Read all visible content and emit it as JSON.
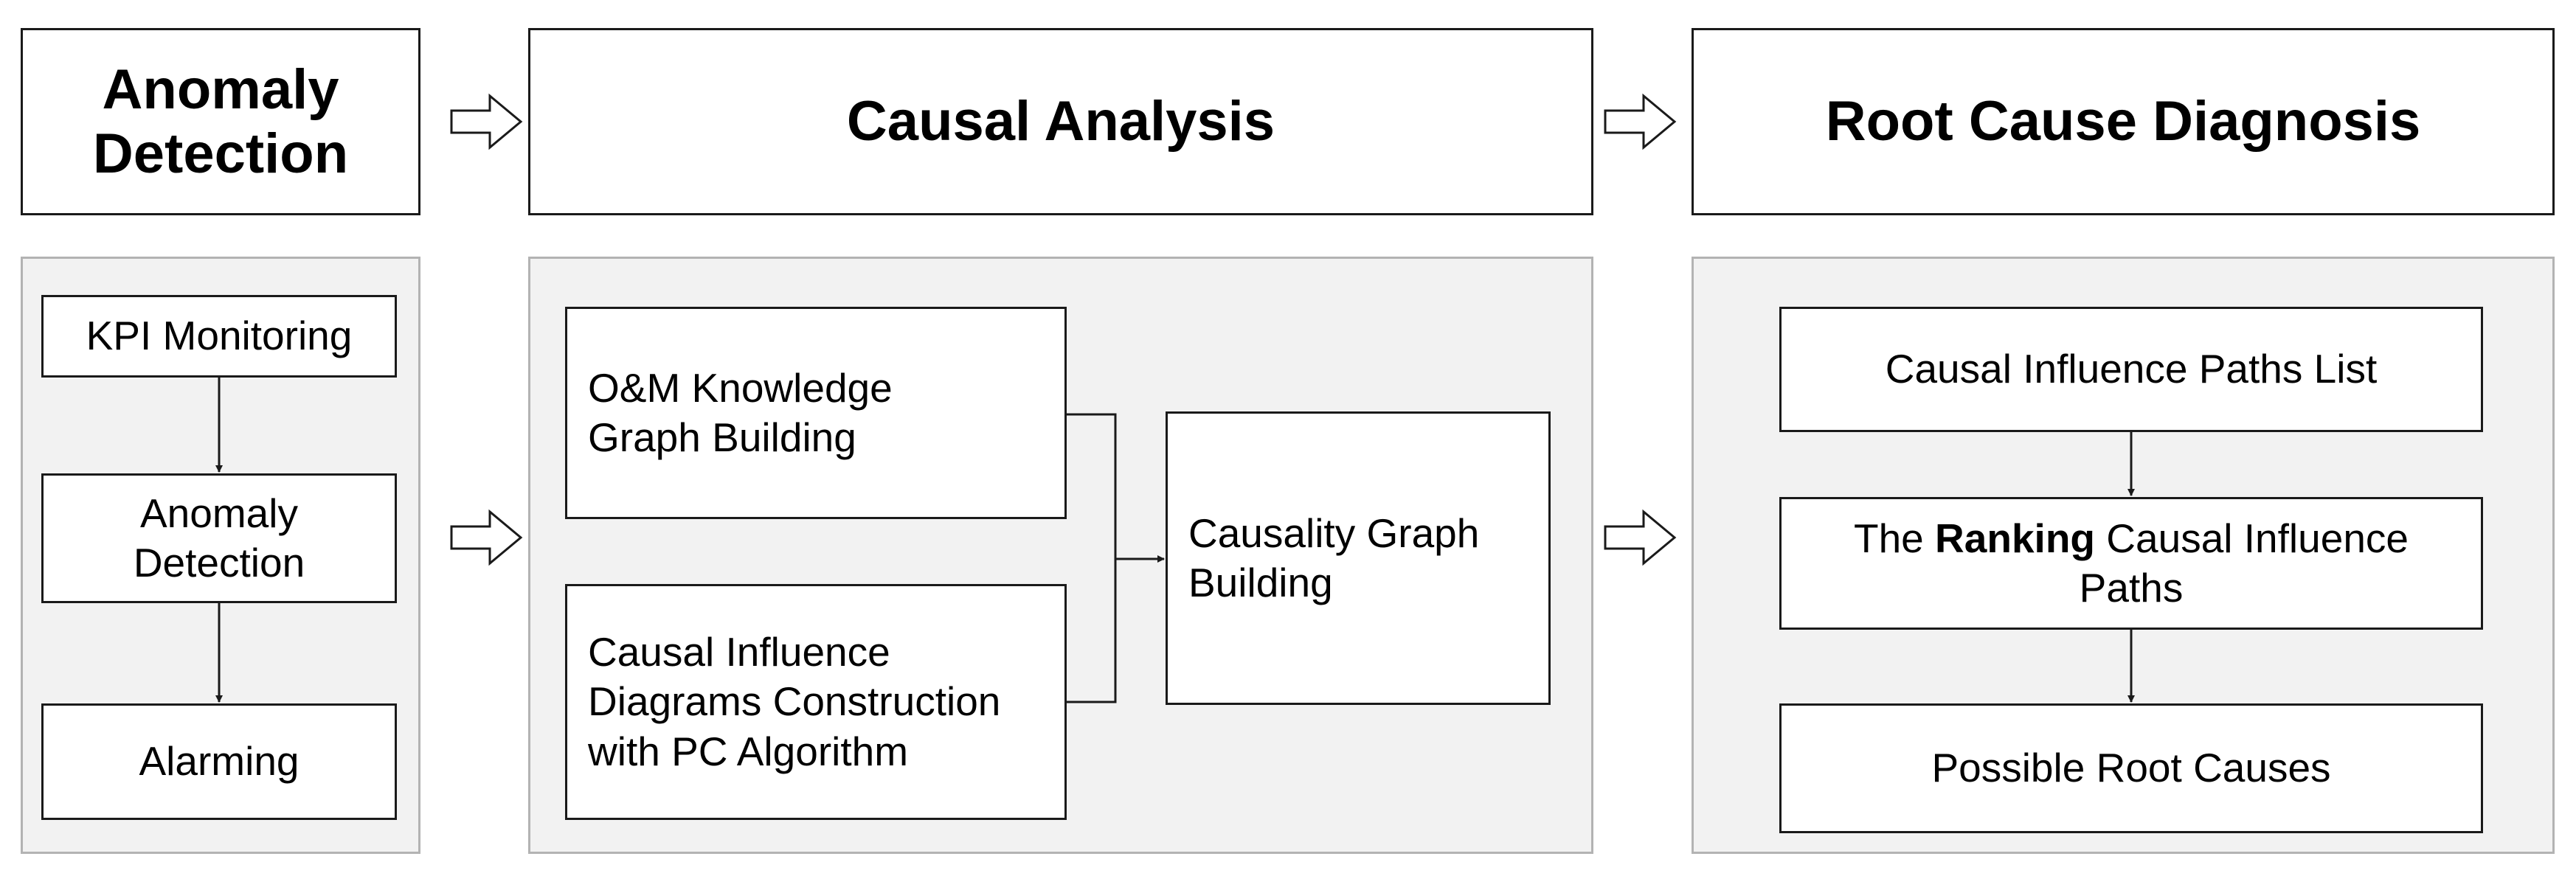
{
  "headers": {
    "anomaly_detection": "Anomaly Detection",
    "causal_analysis": "Causal Analysis",
    "root_cause_diagnosis": "Root Cause Diagnosis"
  },
  "anomaly_panel": {
    "kpi_monitoring": "KPI Monitoring",
    "anomaly_detection": "Anomaly Detection",
    "alarming": "Alarming"
  },
  "causal_panel": {
    "om_knowledge": "O&M Knowledge Graph Building",
    "causal_influence_diagrams": "Causal Influence Diagrams Construction with PC Algorithm",
    "causality_graph": "Causality Graph Building"
  },
  "diagnosis_panel": {
    "paths_list": "Causal Influence Paths List",
    "ranking_prefix": "The",
    "ranking_bold": "Ranking",
    "ranking_suffix": "Causal Influence Paths",
    "possible_root_causes": "Possible Root Causes"
  },
  "colors": {
    "panel_fill": "#f2f2f2",
    "panel_border": "#b3b3b3",
    "box_border": "#1a1a1a"
  }
}
